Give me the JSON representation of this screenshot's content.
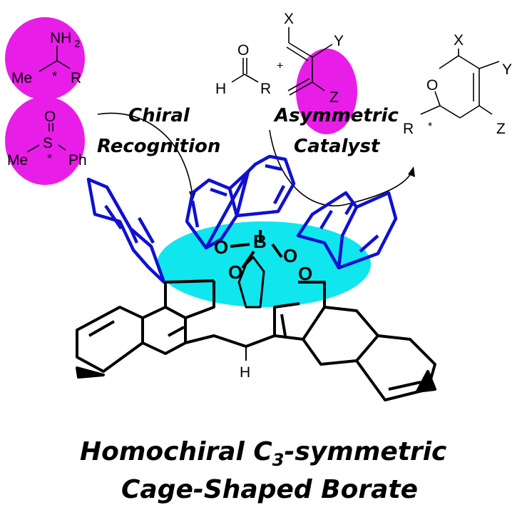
{
  "colors": {
    "highlight_magenta": "#e81ee8",
    "cage_cyan": "#10e6ee",
    "naphthyl_blue": "#1010d0"
  },
  "amine": {
    "group": "NH",
    "sub": "2",
    "left": "Me",
    "right": "R",
    "star": "*"
  },
  "sulfoxide": {
    "oxygen": "O",
    "sulfur": "S",
    "left": "Me",
    "right": "Ph",
    "star": "*"
  },
  "labels": {
    "chiral": "Chiral",
    "recognition": "Recognition",
    "asymmetric": "Asymmetric",
    "catalyst": "Catalyst"
  },
  "aldehyde": {
    "oxygen": "O",
    "h": "H",
    "r": "R"
  },
  "plus": "+",
  "diene": {
    "x": "X",
    "y": "Y",
    "z": "Z"
  },
  "product": {
    "x": "X",
    "y": "Y",
    "z": "Z",
    "oxygen": "O",
    "r": "R",
    "star": "*"
  },
  "cage": {
    "boron": "B",
    "oxygens": [
      "O",
      "O",
      "O",
      "O"
    ],
    "h": "H"
  },
  "title": {
    "line1_a": "Homochiral C",
    "line1_sub": "3",
    "line1_b": "-symmetric",
    "line2": "Cage-Shaped Borate"
  }
}
